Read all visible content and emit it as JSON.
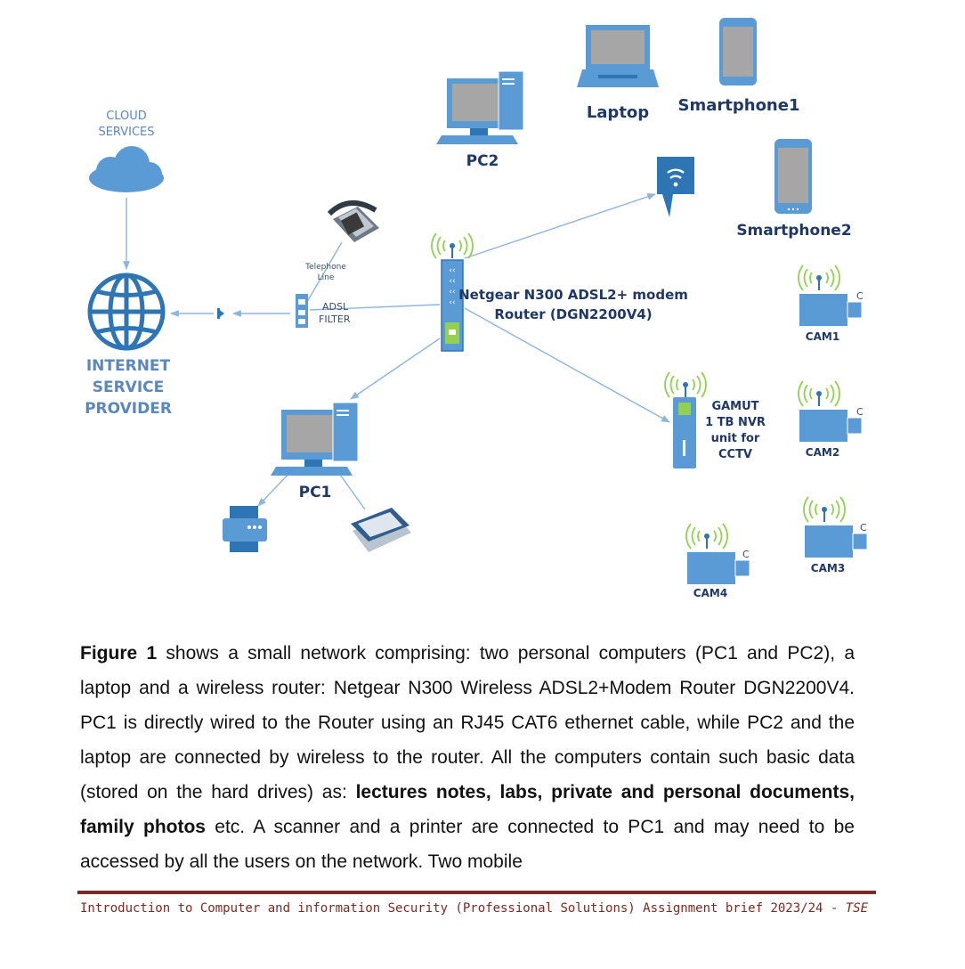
{
  "diagram": {
    "labels": {
      "cloud": [
        "CLOUD",
        "SERVICES"
      ],
      "isp": [
        "INTERNET",
        "SERVICE",
        "PROVIDER"
      ],
      "telephone_line": [
        "Telephone",
        "Line"
      ],
      "adsl_filter": [
        "ADSL",
        "FILTER"
      ],
      "router": [
        "Netgear N300 ADSL2+ modem",
        "Router (DGN2200V4)"
      ],
      "pc1": "PC1",
      "pc2": "PC2",
      "laptop": "Laptop",
      "smartphone1": "Smartphone1",
      "smartphone2": "Smartphone2",
      "nvr": [
        "GAMUT",
        "1 TB NVR",
        "unit for",
        "CCTV"
      ],
      "cam1": "CAM1",
      "cam2": "CAM2",
      "cam3": "CAM3",
      "cam4": "CAM4",
      "cam_lens": "C"
    },
    "colors": {
      "device_blue": "#5b9bd5",
      "device_dark": "#2e75b6",
      "screen_gray": "#a6a6a6",
      "line_blue": "#8fb4de",
      "signal_green": "#92d050",
      "label_dark": "#1f3864",
      "label_blue": "#5b88bc"
    }
  },
  "text": {
    "figure_ref": "Figure 1",
    "p_part1": " shows a small network comprising: two personal computers (PC1 and PC2), a laptop and a wireless router: Netgear N300 Wireless ADSL2+Modem Router DGN2200V4. PC1 is directly wired to the Router using an RJ45 CAT6 ethernet cable, while PC2 and the laptop are connected by wireless to the router. All the computers contain such basic data (stored on the hard drives) as: ",
    "p_bold": "lectures notes, labs, private and personal documents, family photos",
    "p_part2": " etc. A scanner and a printer are connected to PC1 and may need to be accessed by all the users on the network. Two mobile"
  },
  "footer": {
    "text": "Introduction to Computer and information Security (Professional Solutions) Assignment brief 2023/24 - ",
    "tag": "TSE"
  }
}
